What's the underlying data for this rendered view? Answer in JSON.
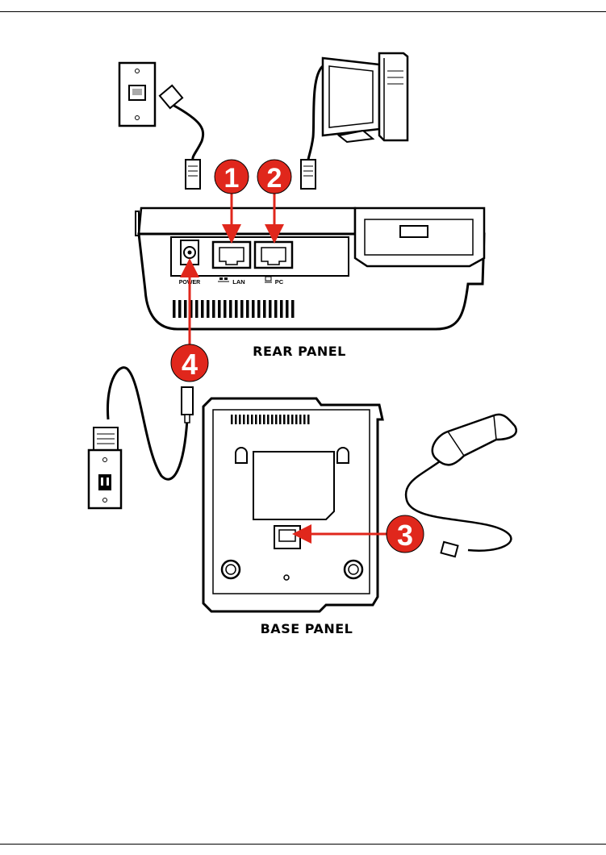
{
  "labels": {
    "rear_panel": "REAR PANEL",
    "base_panel": "BASE PANEL",
    "power": "POWER",
    "lan": "LAN",
    "pc": "PC"
  },
  "steps": {
    "one": "1",
    "two": "2",
    "three": "3",
    "four": "4"
  },
  "colors": {
    "accent": "#e0271c",
    "line": "#000000",
    "panel_fill": "#ffffff",
    "shade": "#cfcfcf"
  }
}
